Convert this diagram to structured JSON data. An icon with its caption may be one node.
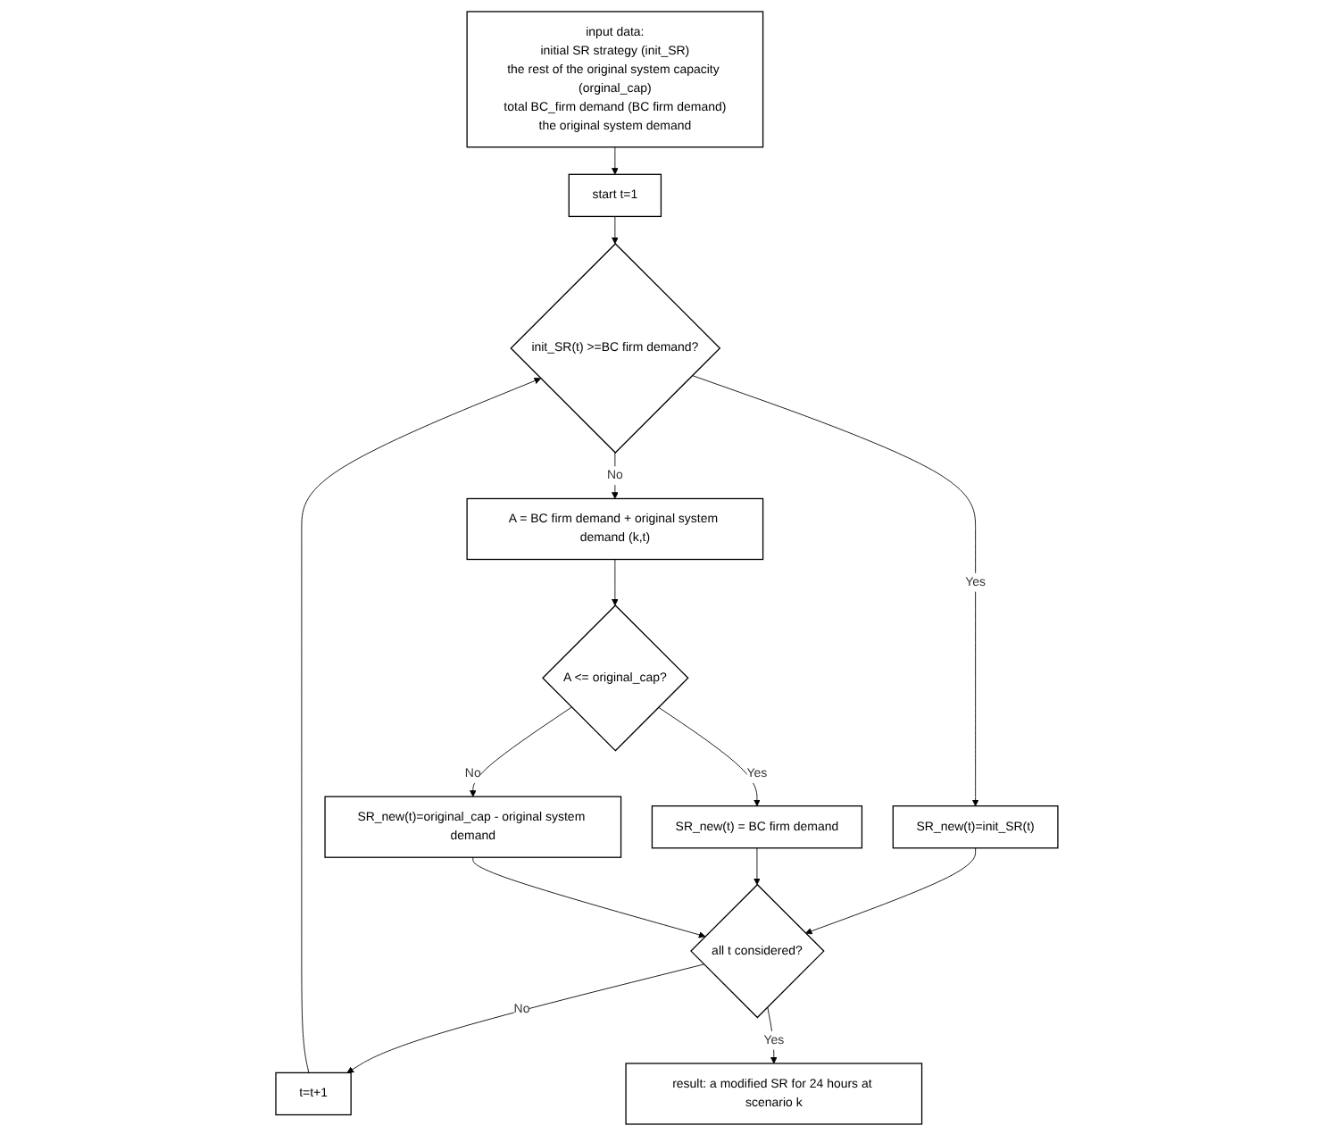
{
  "diagram": {
    "nodes": [
      {
        "text": [
          "input data:",
          "initial SR strategy (init_SR)",
          "the rest of the original system capacity (orginal_cap)",
          "total BC_firm demand (BC firm demand)",
          "the original system demand"
        ]
      },
      {
        "text": [
          "start t=1"
        ]
      },
      {
        "text": [
          "init_SR(t) >=BC firm demand?"
        ]
      },
      {
        "text": [
          "A = BC firm demand + original system demand (k,t)"
        ]
      },
      {
        "text": [
          "SR_new(t)=init_SR(t)"
        ]
      },
      {
        "text": [
          "A <= original_cap?"
        ]
      },
      {
        "text": [
          "SR_new(t) = BC firm demand"
        ]
      },
      {
        "text": [
          "SR_new(t)=original_cap - original system demand"
        ]
      },
      {
        "text": [
          "all t considered?"
        ]
      },
      {
        "text": [
          "t=t+1"
        ]
      },
      {
        "text": [
          "result: a modified SR for 24 hours at scenario k"
        ]
      }
    ],
    "edges": [
      {
        "from": 0,
        "to": 1,
        "arrow": "to"
      },
      {
        "from": 1,
        "to": 2,
        "arrow": "to"
      },
      {
        "from": 2,
        "to": 3,
        "arrow": "to",
        "label": "No"
      },
      {
        "from": 2,
        "to": 4,
        "arrow": "to",
        "label": "Yes"
      },
      {
        "from": 3,
        "to": 5,
        "arrow": "to"
      },
      {
        "from": 5,
        "to": 6,
        "arrow": "to",
        "label": "Yes"
      },
      {
        "from": 5,
        "to": 7,
        "arrow": "to",
        "label": "No"
      },
      {
        "from": 4,
        "to": 8,
        "arrow": "to"
      },
      {
        "from": 6,
        "to": 8,
        "arrow": "to"
      },
      {
        "from": 7,
        "to": 8,
        "arrow": "to"
      },
      {
        "from": 8,
        "to": 9,
        "arrow": "to",
        "label": "No"
      },
      {
        "from": 9,
        "to": 2,
        "arrow": "to"
      },
      {
        "from": 8,
        "to": 10,
        "arrow": "to",
        "label": "Yes"
      }
    ]
  }
}
